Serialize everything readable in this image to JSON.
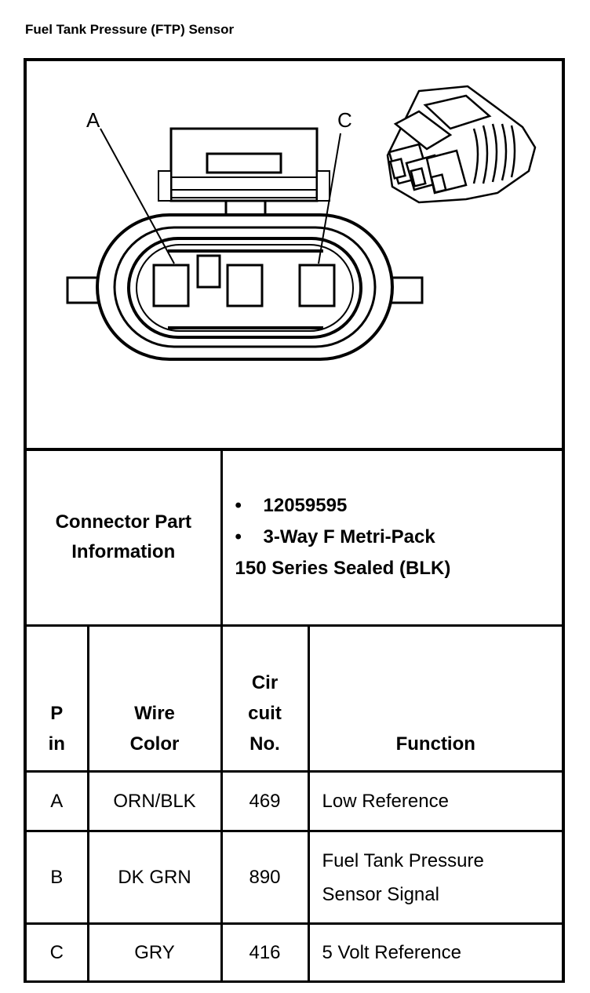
{
  "title": "Fuel Tank Pressure (FTP) Sensor",
  "diagram": {
    "pin_label_a": "A",
    "pin_label_c": "C"
  },
  "connector_info": {
    "label_line1": "Connector Part",
    "label_line2": "Information",
    "bullet": "•",
    "part_number": "12059595",
    "type_line1": "3-Way F Metri-Pack",
    "type_line2": "150 Series Sealed (BLK)"
  },
  "table": {
    "headers": {
      "pin_line1": "P",
      "pin_line2": "in",
      "wire_line1": "Wire",
      "wire_line2": "Color",
      "circuit_line1": "Cir",
      "circuit_line2": "cuit",
      "circuit_line3": "No.",
      "function": "Function"
    },
    "rows": [
      {
        "pin": "A",
        "wire": "ORN/BLK",
        "circuit": "469",
        "function_line1": "Low Reference",
        "function_line2": ""
      },
      {
        "pin": "B",
        "wire": "DK GRN",
        "circuit": "890",
        "function_line1": "Fuel Tank Pressure",
        "function_line2": "Sensor Signal"
      },
      {
        "pin": "C",
        "wire": "GRY",
        "circuit": "416",
        "function_line1": "5 Volt Reference",
        "function_line2": ""
      }
    ]
  }
}
